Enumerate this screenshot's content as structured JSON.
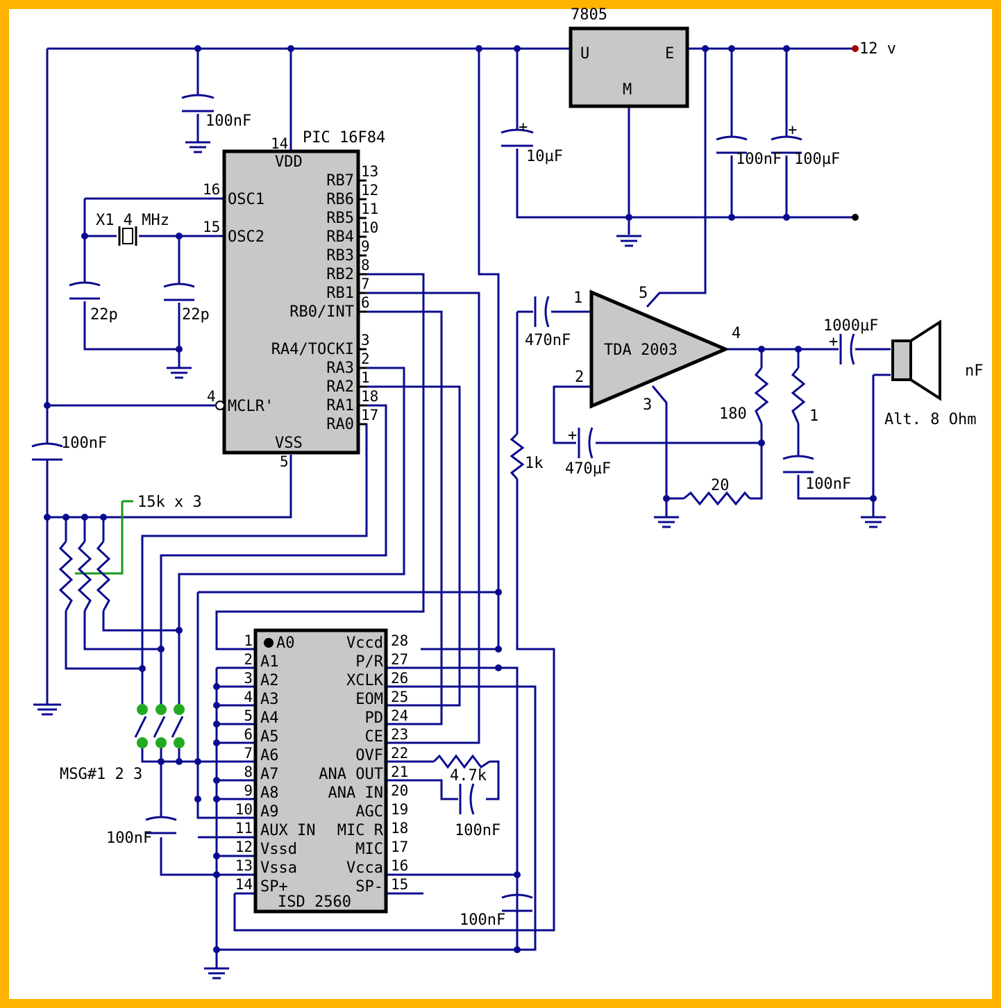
{
  "colors": {
    "border": "#ffb300",
    "wire": "#0a0a8f",
    "chip_fill": "#c8c8c8",
    "switch": "#22aa22",
    "supply_dot": "#aa0000"
  },
  "regulator": {
    "name": "7805",
    "pin_in": "U",
    "pin_out": "E",
    "pin_gnd": "M"
  },
  "supply": {
    "label": "12 v"
  },
  "pic": {
    "name": "PIC 16F84",
    "vdd": "VDD",
    "vss": "VSS",
    "osc1": "OSC1",
    "osc2": "OSC2",
    "mclr": "MCLR'",
    "pin_vdd": "14",
    "pin_vss": "5",
    "pin_osc1": "16",
    "pin_osc2": "15",
    "pin_mclr": "4",
    "right_pins": [
      {
        "name": "RB7",
        "num": "13"
      },
      {
        "name": "RB6",
        "num": "12"
      },
      {
        "name": "RB5",
        "num": "11"
      },
      {
        "name": "RB4",
        "num": "10"
      },
      {
        "name": "RB3",
        "num": "9"
      },
      {
        "name": "RB2",
        "num": "8"
      },
      {
        "name": "RB1",
        "num": "7"
      },
      {
        "name": "RB0/INT",
        "num": "6"
      },
      {
        "name": "RA4/TOCKI",
        "num": "3"
      },
      {
        "name": "RA3",
        "num": "2"
      },
      {
        "name": "RA2",
        "num": "1"
      },
      {
        "name": "RA1",
        "num": "18"
      },
      {
        "name": "RA0",
        "num": "17"
      }
    ]
  },
  "crystal": {
    "label": "X1  4 MHz"
  },
  "isd": {
    "name": "ISD 2560",
    "left_pins": [
      {
        "num": "1",
        "name": "A0"
      },
      {
        "num": "2",
        "name": "A1"
      },
      {
        "num": "3",
        "name": "A2"
      },
      {
        "num": "4",
        "name": "A3"
      },
      {
        "num": "5",
        "name": "A4"
      },
      {
        "num": "6",
        "name": "A5"
      },
      {
        "num": "7",
        "name": "A6"
      },
      {
        "num": "8",
        "name": "A7"
      },
      {
        "num": "9",
        "name": "A8"
      },
      {
        "num": "10",
        "name": "A9"
      },
      {
        "num": "11",
        "name": "AUX IN"
      },
      {
        "num": "12",
        "name": "Vssd"
      },
      {
        "num": "13",
        "name": "Vssa"
      },
      {
        "num": "14",
        "name": "SP+"
      }
    ],
    "right_pins": [
      {
        "num": "28",
        "name": "Vccd"
      },
      {
        "num": "27",
        "name": "P/R"
      },
      {
        "num": "26",
        "name": "XCLK"
      },
      {
        "num": "25",
        "name": "EOM"
      },
      {
        "num": "24",
        "name": "PD"
      },
      {
        "num": "23",
        "name": "CE"
      },
      {
        "num": "22",
        "name": "OVF"
      },
      {
        "num": "21",
        "name": "ANA OUT"
      },
      {
        "num": "20",
        "name": "ANA IN"
      },
      {
        "num": "19",
        "name": "AGC"
      },
      {
        "num": "18",
        "name": "MIC R"
      },
      {
        "num": "17",
        "name": "MIC"
      },
      {
        "num": "16",
        "name": "Vcca"
      },
      {
        "num": "15",
        "name": "SP-"
      }
    ]
  },
  "amp": {
    "name": "TDA 2003",
    "pin_in": "1",
    "pin_fb": "2",
    "pin_gnd": "3",
    "pin_out": "4",
    "pin_vcc": "5"
  },
  "components": {
    "c_top": "100nF",
    "c_10u": "10µF",
    "c_out1": "100nF",
    "c_out2": "100µF",
    "c_xtal1": "22p",
    "c_xtal2": "22p",
    "c_mclr": "100nF",
    "c_in_amp": "470nF",
    "c_fb": "470µF",
    "c_speaker": "1000µF",
    "c_zobel": "100nF",
    "c_isd_left": "100nF",
    "c_isd_ana": "100nF",
    "c_isd_bottom": "100nF",
    "r_1k": "1k",
    "r_180": "180",
    "r_1": "1",
    "r_20": "20",
    "r_47k": "4.7k",
    "r_pullups": "15k  x  3",
    "speaker": "Alt. 8 Ohm",
    "speaker_note": "nF",
    "switches": "MSG#1  2  3",
    "plus": "+"
  }
}
